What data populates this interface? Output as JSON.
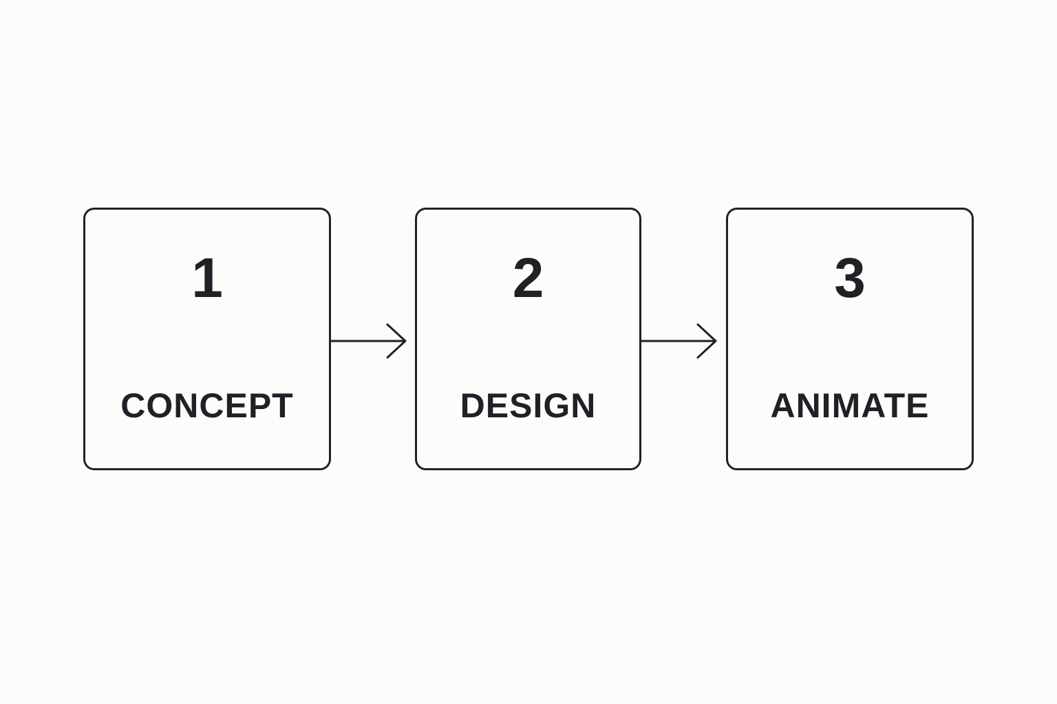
{
  "steps": [
    {
      "number": "1",
      "label": "CONCEPT"
    },
    {
      "number": "2",
      "label": "DESIGN"
    },
    {
      "number": "3",
      "label": "ANIMATE"
    }
  ],
  "colors": {
    "background": "#fcfcfa",
    "ink": "#1e2125"
  }
}
